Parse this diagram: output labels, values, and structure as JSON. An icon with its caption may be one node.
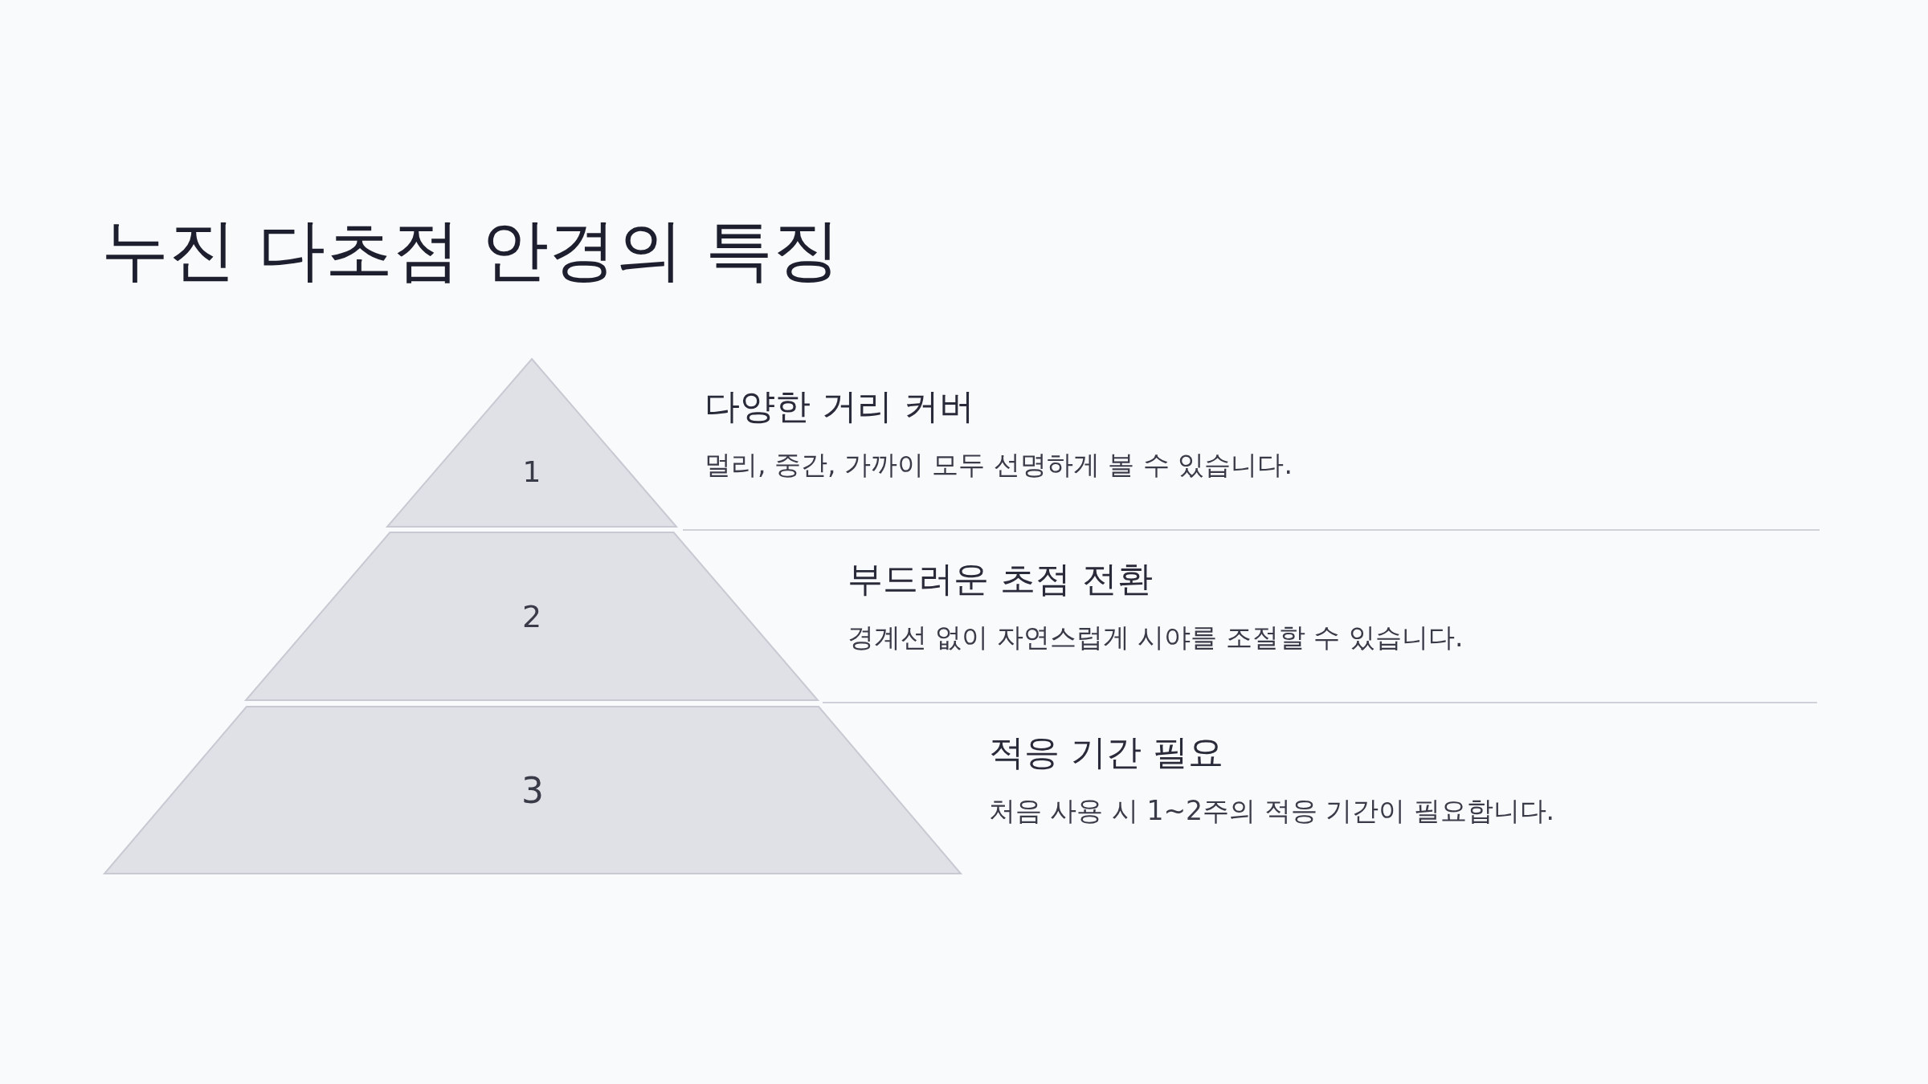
{
  "diagram": {
    "title": "누진 다초점 안경의 특징",
    "nodes": [
      {
        "text": [
          "1"
        ],
        "beside": [
          "다양한 거리 커버",
          "멀리, 중간, 가까이 모두 선명하게 볼 수 있습니다."
        ]
      },
      {
        "text": [
          "2"
        ],
        "beside": [
          "부드러운 초점 전환",
          "경계선 없이 자연스럽게 시야를 조절할 수 있습니다."
        ]
      },
      {
        "text": [
          "3"
        ],
        "beside": [
          "적응 기간 필요",
          "처음 사용 시 1~2주의 적응 기간이 필요합니다."
        ]
      }
    ]
  }
}
